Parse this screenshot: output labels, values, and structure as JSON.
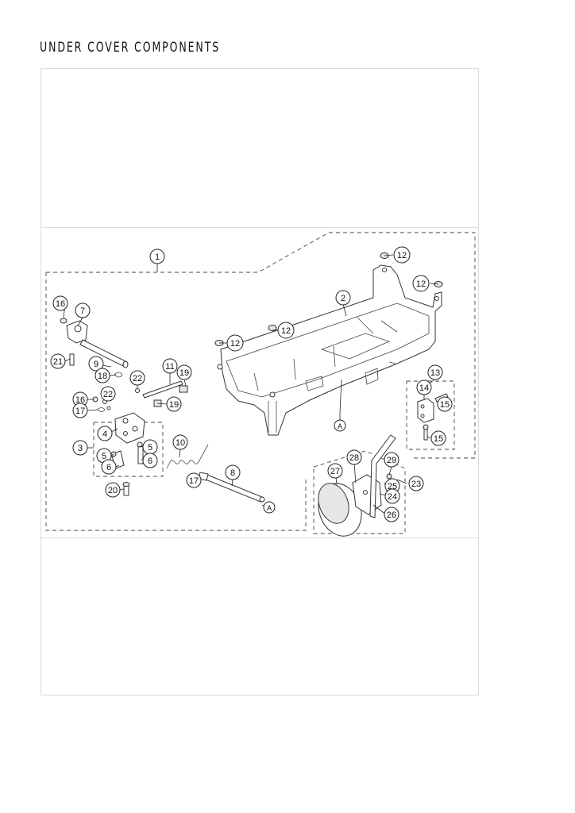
{
  "page": {
    "title": "UNDER COVER COMPONENTS"
  },
  "callouts": {
    "c1": "1",
    "c2": "2",
    "c3": "3",
    "c4": "4",
    "c5a": "5",
    "c5b": "5",
    "c6a": "6",
    "c6b": "6",
    "c7": "7",
    "c8": "8",
    "c9": "9",
    "c10": "10",
    "c11": "11",
    "c12a": "12",
    "c12b": "12",
    "c12c": "12",
    "c12d": "12",
    "c13": "13",
    "c14": "14",
    "c15a": "15",
    "c15b": "15",
    "c16a": "16",
    "c16b": "16",
    "c17a": "17",
    "c17b": "17",
    "c18": "18",
    "c19a": "19",
    "c19b": "19",
    "c20": "20",
    "c21": "21",
    "c22a": "22",
    "c22b": "22",
    "c23": "23",
    "c24": "24",
    "c25": "25",
    "c26": "26",
    "c27": "27",
    "c28": "28",
    "c29": "29",
    "refA1": "A",
    "refA2": "A"
  }
}
